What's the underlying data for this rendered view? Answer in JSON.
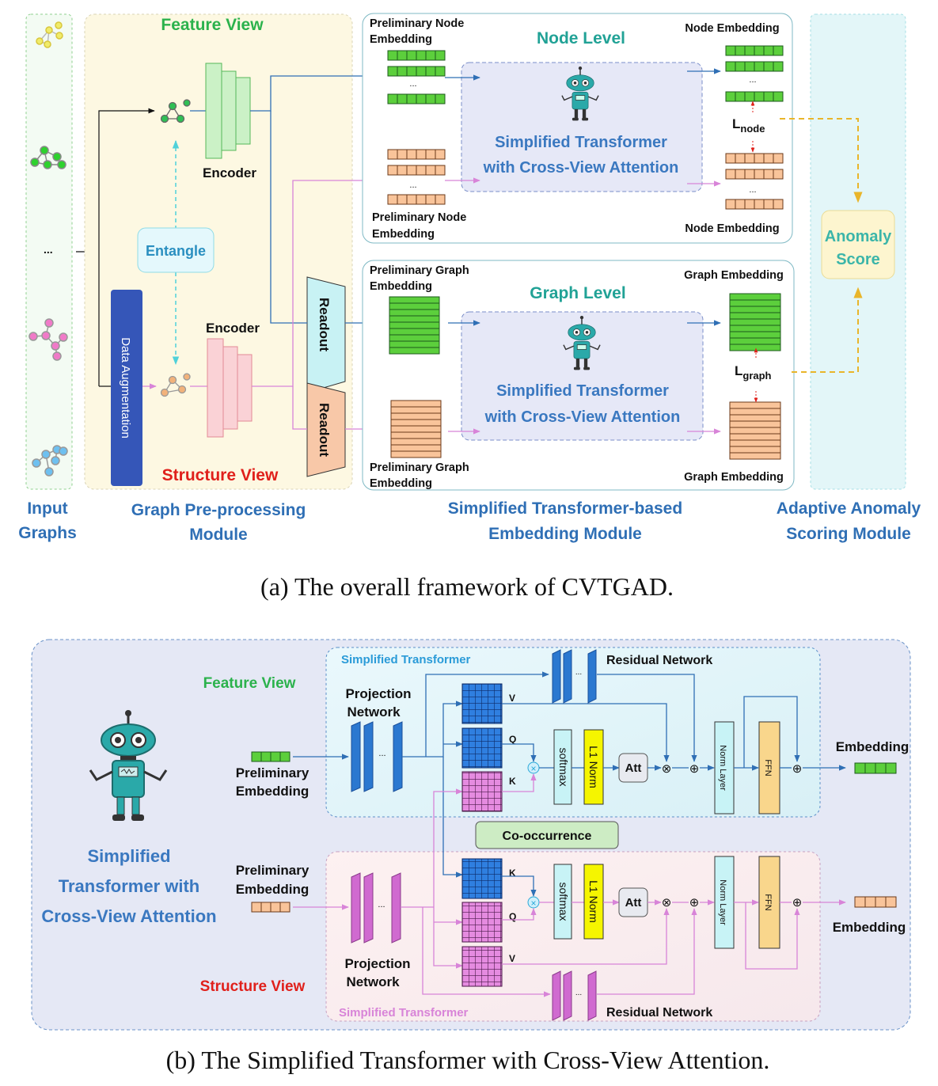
{
  "panel_a": {
    "feature_view": "Feature View",
    "structure_view": "Structure View",
    "encoder_top": "Encoder",
    "encoder_bottom": "Encoder",
    "entangle": "Entangle",
    "data_augmentation": "Data Augmentation",
    "readout_top": "Readout",
    "readout_bottom": "Readout",
    "ellipsis_input": "...",
    "node_level": {
      "title": "Node Level",
      "prelim_top_1": "Preliminary  Node",
      "prelim_top_2": "Embedding",
      "prelim_bottom_1": "Preliminary Node",
      "prelim_bottom_2": "Embedding",
      "emb_top": "Node Embedding",
      "emb_bottom": "Node Embedding",
      "transformer_1": "Simplified Transformer",
      "transformer_2": "with Cross-View Attention",
      "loss_main": "L",
      "loss_sub": "node",
      "dots": "..."
    },
    "graph_level": {
      "title": "Graph Level",
      "prelim_top_1": "Preliminary Graph",
      "prelim_top_2": "Embedding",
      "prelim_bottom_1": "Preliminary Graph",
      "prelim_bottom_2": "Embedding",
      "emb_top": "Graph Embedding",
      "emb_bottom": "Graph Embedding",
      "transformer_1": "Simplified Transformer",
      "transformer_2": "with Cross-View Attention",
      "loss_main": "L",
      "loss_sub": "graph"
    },
    "anomaly_1": "Anomaly",
    "anomaly_2": "Score",
    "module_labels": {
      "input_1": "Input",
      "input_2": "Graphs",
      "preproc_1": "Graph Pre-processing",
      "preproc_2": "Module",
      "embed_1": "Simplified Transformer-based",
      "embed_2": "Embedding Module",
      "adaptive_1": "Adaptive Anomaly",
      "adaptive_2": "Scoring Module"
    },
    "caption": "(a) The overall framework of CVTGAD."
  },
  "panel_b": {
    "robot_label_1": "Simplified",
    "robot_label_2": "Transformer with",
    "robot_label_3": "Cross-View Attention",
    "feature_view": "Feature View",
    "structure_view": "Structure View",
    "top_block": {
      "title": "Simplified Transformer",
      "residual": "Residual Network",
      "projection_1": "Projection",
      "projection_2": "Network",
      "prelim_1": "Preliminary",
      "prelim_2": "Embedding",
      "v": "V",
      "q": "Q",
      "k": "K",
      "softmax": "softmax",
      "l1norm": "L1 Norm",
      "att": "Att",
      "norm_layer": "Norm Layer",
      "ffn": "FFN",
      "embedding": "Embedding",
      "dots": "..."
    },
    "cooccurrence": "Co-occurrence",
    "bottom_block": {
      "title": "Simplified Transformer",
      "residual": "Residual Network",
      "projection_1": "Projection",
      "projection_2": "Network",
      "prelim_1": "Preliminary",
      "prelim_2": "Embedding",
      "k": "K",
      "q": "Q",
      "v": "V",
      "softmax": "softmax",
      "l1norm": "L1 Norm",
      "att": "Att",
      "norm_layer": "Norm Layer",
      "ffn": "FFN",
      "embedding": "Embedding",
      "dots": "..."
    },
    "caption": "(b) The Simplified Transformer with Cross-View Attention."
  },
  "colors": {
    "title_green": "#2bb24c",
    "title_teal": "#21a296",
    "title_blue": "#2f6fb5",
    "title_red": "#e0201b",
    "feature_line": "#2f6fb5",
    "structure_line": "#d884d8",
    "anomaly_dash": "#e9b52a"
  }
}
